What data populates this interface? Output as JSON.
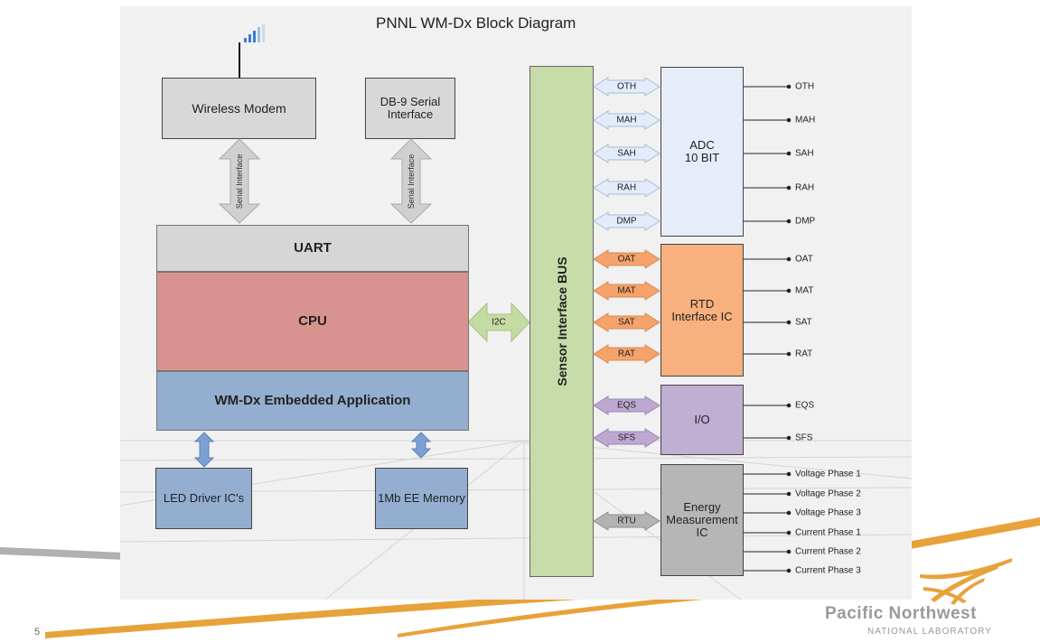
{
  "title": "PNNL WM-Dx Block Diagram",
  "blocks": {
    "wireless_modem": "Wireless Modem",
    "db9": "DB-9 Serial Interface",
    "uart": "UART",
    "cpu": "CPU",
    "app": "WM-Dx Embedded Application",
    "led": "LED Driver IC's",
    "eeprom": "1Mb EE Memory",
    "bus": "Sensor Interface BUS",
    "adc": "ADC\n10 BIT",
    "rtd": "RTD\nInterface IC",
    "io": "I/O",
    "energy": "Energy\nMeasurement\nIC"
  },
  "serial_label": "Serial Interface",
  "i2c_label": "I2C",
  "adc_arrows": [
    "OTH",
    "MAH",
    "SAH",
    "RAH",
    "DMP"
  ],
  "rtd_arrows": [
    "OAT",
    "MAT",
    "SAT",
    "RAT"
  ],
  "io_arrows": [
    "EQS",
    "SFS"
  ],
  "energy_arrow": "RTU",
  "adc_outputs": [
    "OTH",
    "MAH",
    "SAH",
    "RAH",
    "DMP"
  ],
  "rtd_outputs": [
    "OAT",
    "MAT",
    "SAT",
    "RAT"
  ],
  "io_outputs": [
    "EQS",
    "SFS"
  ],
  "energy_outputs": [
    "Voltage Phase 1",
    "Voltage Phase 2",
    "Voltage Phase 3",
    "Current Phase 1",
    "Current Phase 2",
    "Current Phase 3"
  ],
  "page_number": "5",
  "logo": {
    "line1": "Pacific Northwest",
    "line2": "NATIONAL LABORATORY"
  },
  "colors": {
    "cpu": "#d9938f",
    "app": "#94aed0",
    "bus": "#c7dca8",
    "adc": "#e6ecf8",
    "rtd": "#f7b07e",
    "io": "#c0aed3",
    "energy": "#b6b6b6",
    "accent_orange": "#f39a1f"
  }
}
